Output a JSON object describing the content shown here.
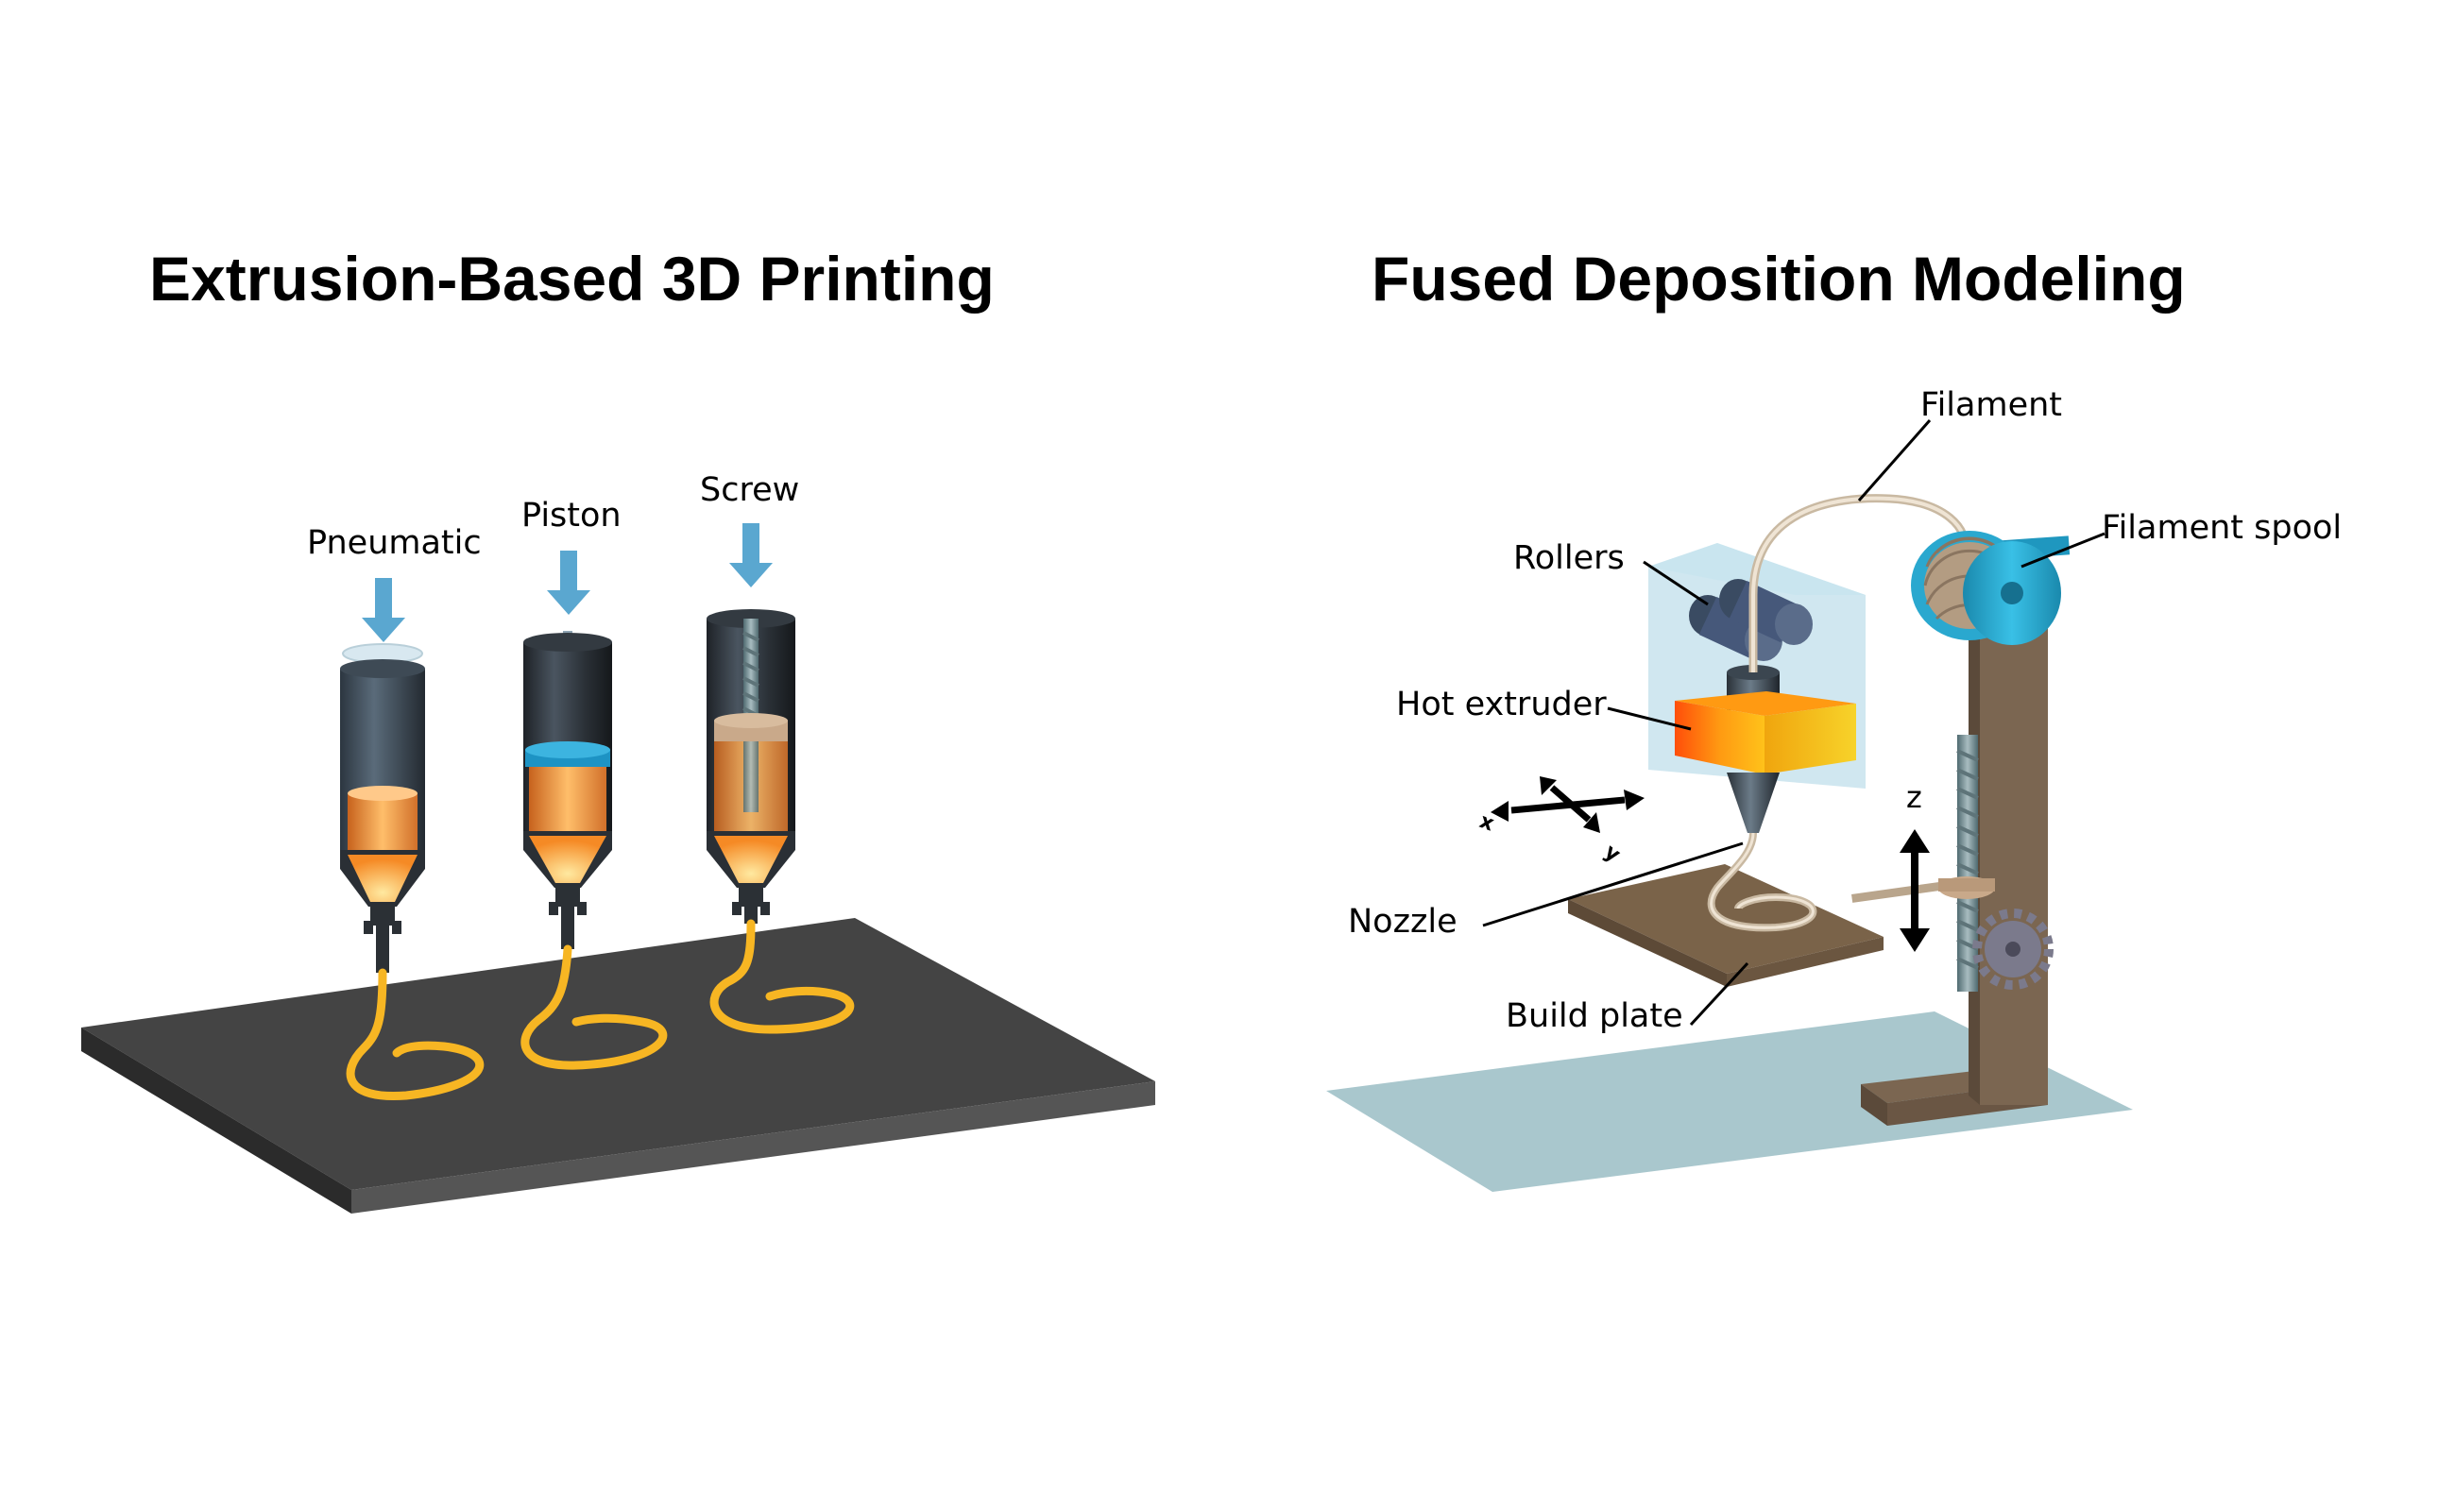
{
  "left_panel": {
    "title": "Extrusion-Based 3D Printing",
    "syringes": [
      {
        "label": "Pneumatic"
      },
      {
        "label": "Piston"
      },
      {
        "label": "Screw"
      }
    ]
  },
  "right_panel": {
    "title": "Fused Deposition Modeling",
    "labels": {
      "filament": "Filament",
      "filament_spool": "Filament spool",
      "rollers": "Rollers",
      "hot_extruder": "Hot extruder",
      "nozzle": "Nozzle",
      "build_plate": "Build plate"
    },
    "axes": {
      "x": "x",
      "y": "y",
      "z": "z"
    }
  },
  "colors": {
    "arrow_blue": "#5aa7d0",
    "platform_dark": "#3d3d3d",
    "material_orange": "#f7a23c",
    "extruded_yellow": "#f7b623",
    "build_plate_brown": "#7a6349",
    "frame_brown": "#7b6651",
    "spool_blue": "#2aa8cf",
    "floor_blue": "#a9c7cd"
  }
}
